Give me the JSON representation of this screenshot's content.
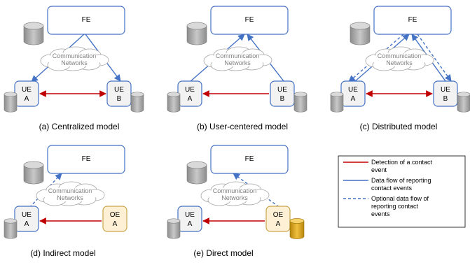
{
  "labels": {
    "fe": "FE",
    "ue": "UE",
    "oe": "OE",
    "a": "A",
    "b": "B",
    "network_line1": "Communication",
    "network_line2": "Networks"
  },
  "captions": {
    "a": "(a) Centralized model",
    "b": "(b) User-centered model",
    "c": "(c) Distributed model",
    "d": "(d) Indirect model",
    "e": "(e) Direct model"
  },
  "legend": {
    "item1_line1": "Detection of a contact",
    "item1_line2": "event",
    "item2_line1": "Data flow of reporting",
    "item2_line2": "contact events",
    "item3_line1": "Optional data flow of",
    "item3_line2": "reporting contact",
    "item3_line3": "events"
  },
  "colors": {
    "contact_detection": "#c00000",
    "data_flow": "#4472c4",
    "box_border": "#4472c4",
    "node_fill": "#f2f2f2",
    "cylinder_gray": "#a6a6a6",
    "cylinder_gold": "#d4a017",
    "oe_fill": "#fdf0d5",
    "oe_border": "#c9a64a"
  }
}
